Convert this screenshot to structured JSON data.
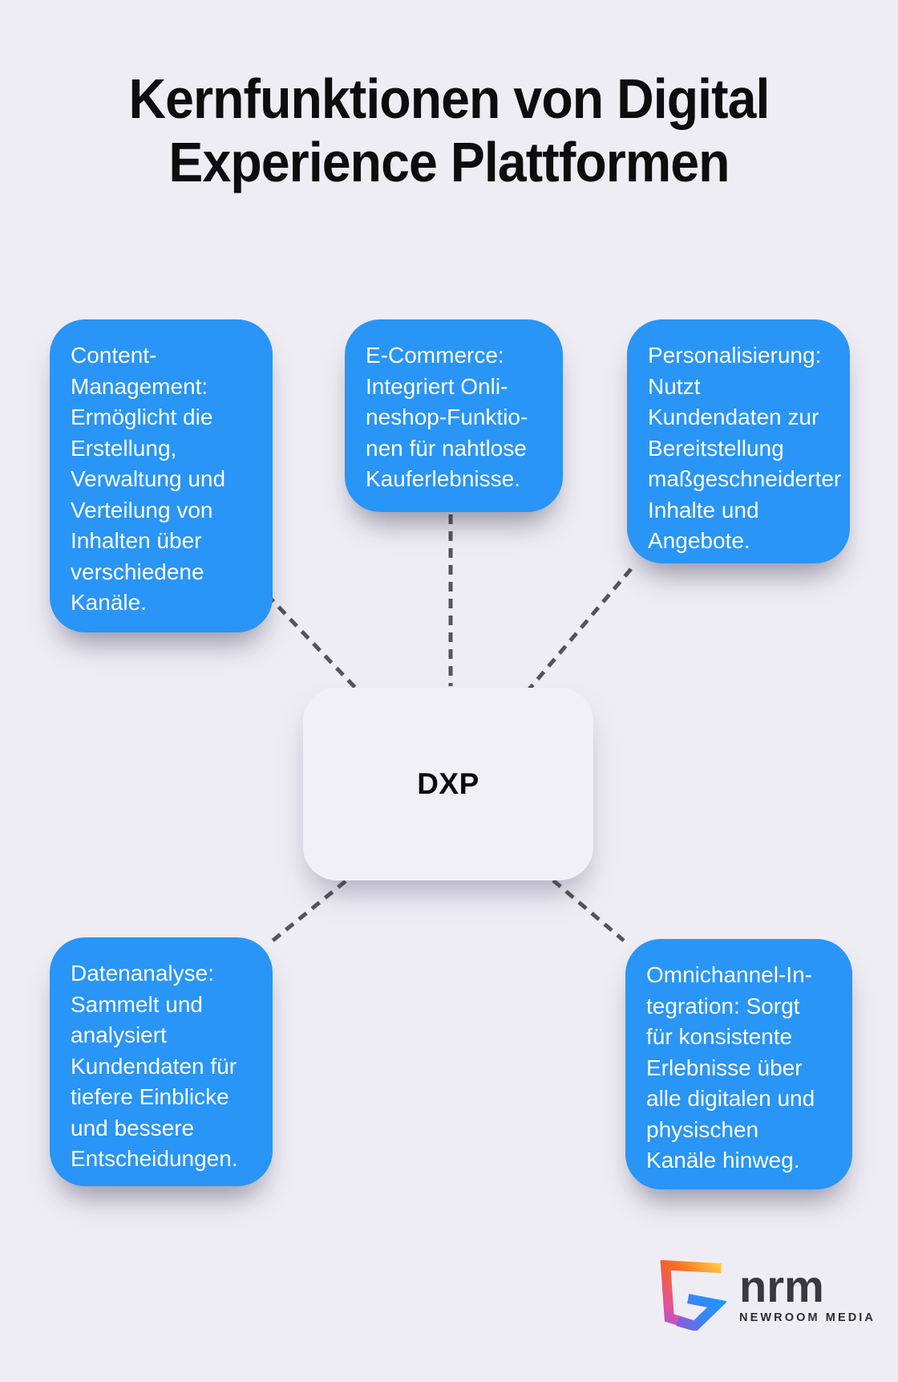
{
  "title": {
    "lines": [
      "Kernfunktionen von Digital",
      "Experience Plattformen"
    ]
  },
  "center_node": {
    "label": "DXP"
  },
  "cards": [
    {
      "name": "content-management",
      "lines": [
        "Content-",
        "Management:",
        "Ermöglicht die",
        "Erstellung,",
        "Verwaltung und",
        "Verteilung von",
        "Inhalten über",
        "verschiedene",
        "Kanäle."
      ]
    },
    {
      "name": "e-commerce",
      "lines": [
        "E-Commerce:",
        "Integriert Onli-",
        "neshop-Funktio-",
        "nen für nahtlose",
        "Kauferlebnisse."
      ]
    },
    {
      "name": "personalisierung",
      "lines": [
        "Personalisierung:",
        "Nutzt",
        "Kundendaten zur",
        "Bereitstellung",
        "maßgeschneiderter",
        "Inhalte und",
        "Angebote."
      ]
    },
    {
      "name": "datenanalyse",
      "lines": [
        "Datenanalyse:",
        "Sammelt und",
        "analysiert",
        "Kundendaten für",
        "tiefere Einblicke",
        "und bessere",
        "Entscheidungen."
      ]
    },
    {
      "name": "omnichannel-integration",
      "lines": [
        "Omnichannel-In-",
        "tegration: Sorgt",
        "für konsistente",
        "Erlebnisse über",
        "alle digitalen und",
        "physischen",
        "Kanäle hinweg."
      ]
    }
  ],
  "logo": {
    "brand": "nrm",
    "subtitle": "NEWROOM MEDIA",
    "mark_icon": "nrm-g-mark",
    "mark_gradient": [
      "#FFD147",
      "#FB671D",
      "#E25298",
      "#A557DC",
      "#1E97FE"
    ]
  },
  "colors": {
    "background": "#EFEDF4",
    "card_blue": "#2995F6",
    "card_text": "#FFFFFF",
    "connector_gray": "#565459",
    "node_background": "#F1F0F7",
    "title_text": "#0D0D0F"
  }
}
